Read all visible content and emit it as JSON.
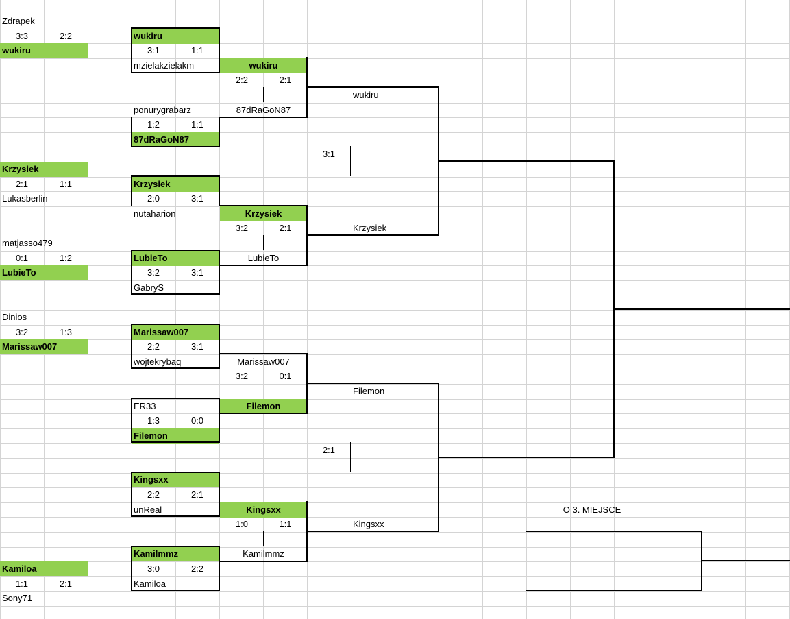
{
  "colors": {
    "winner_fill": "#92d050",
    "grid": "#d4d4d4",
    "border": "#000000"
  },
  "round1": [
    {
      "top": "Zdrapek",
      "score1": "3:3",
      "score2": "2:2",
      "bottom": "wukiru"
    },
    {
      "top": "Krzysiek",
      "score1": "2:1",
      "score2": "1:1",
      "bottom": "Lukasberlin"
    },
    {
      "top": "matjasso479",
      "score1": "0:1",
      "score2": "1:2",
      "bottom": "LubieTo"
    },
    {
      "top": "Dinios",
      "score1": "3:2",
      "score2": "1:3",
      "bottom": "Marissaw007"
    },
    {
      "top": "Kamiloa",
      "score1": "1:1",
      "score2": "2:1",
      "bottom": "Sony71"
    }
  ],
  "round2": [
    {
      "top": "wukiru",
      "score1": "3:1",
      "score2": "1:1",
      "bottom": "mzielakzielakm"
    },
    {
      "top": "ponurygrabarz",
      "score1": "1:2",
      "score2": "1:1",
      "bottom": "87dRaGoN87"
    },
    {
      "top": "Krzysiek",
      "score1": "2:0",
      "score2": "3:1",
      "bottom": "nutaharion"
    },
    {
      "top": "LubieTo",
      "score1": "3:2",
      "score2": "3:1",
      "bottom": "GabryS"
    },
    {
      "top": "Marissaw007",
      "score1": "2:2",
      "score2": "3:1",
      "bottom": "wojtekrybaq"
    },
    {
      "top": "ER33",
      "score1": "1:3",
      "score2": "0:0",
      "bottom": "Filemon"
    },
    {
      "top": "Kingsxx",
      "score1": "2:2",
      "score2": "2:1",
      "bottom": "unReal"
    },
    {
      "top": "Kamilmmz",
      "score1": "3:0",
      "score2": "2:2",
      "bottom": "Kamiloa"
    }
  ],
  "quarterfinals": [
    {
      "top": "wukiru",
      "score1": "2:2",
      "score2": "2:1",
      "bottom": "87dRaGoN87"
    },
    {
      "top": "Krzysiek",
      "score1": "3:2",
      "score2": "2:1",
      "bottom": "LubieTo"
    },
    {
      "top": "Marissaw007",
      "score1": "3:2",
      "score2": "0:1",
      "bottom": "Filemon"
    },
    {
      "top": "Kingsxx",
      "score1": "1:0",
      "score2": "1:1",
      "bottom": "Kamilmmz"
    }
  ],
  "semifinals": [
    {
      "top": "wukiru",
      "score": "3:1",
      "bottom": "Krzysiek"
    },
    {
      "top": "Filemon",
      "score": "2:1",
      "bottom": "Kingsxx"
    }
  ],
  "third_place_label": "O 3. MIEJSCE"
}
